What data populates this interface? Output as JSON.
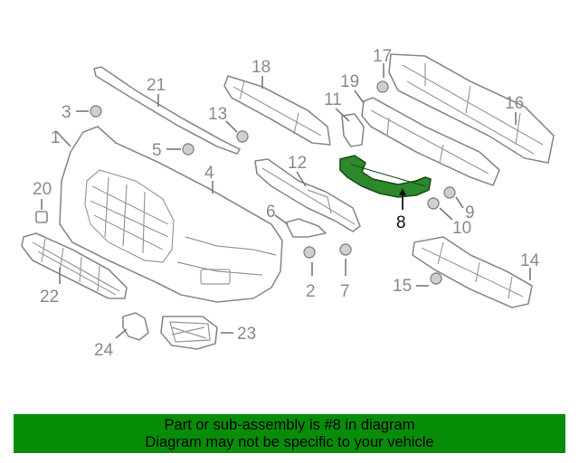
{
  "diagram": {
    "highlighted_part": "8",
    "callouts": [
      "1",
      "2",
      "3",
      "4",
      "5",
      "6",
      "7",
      "8",
      "9",
      "10",
      "11",
      "12",
      "13",
      "14",
      "15",
      "16",
      "17",
      "18",
      "19",
      "20",
      "21",
      "22",
      "23",
      "24"
    ]
  },
  "banner": {
    "line1": "Part or sub-assembly is #8 in diagram",
    "line2": "Diagram may not be specific to your vehicle"
  },
  "colors": {
    "banner_bg": "#078d07",
    "highlight_part": "#2c8a2c",
    "line_gray": "#8a8a8a"
  }
}
